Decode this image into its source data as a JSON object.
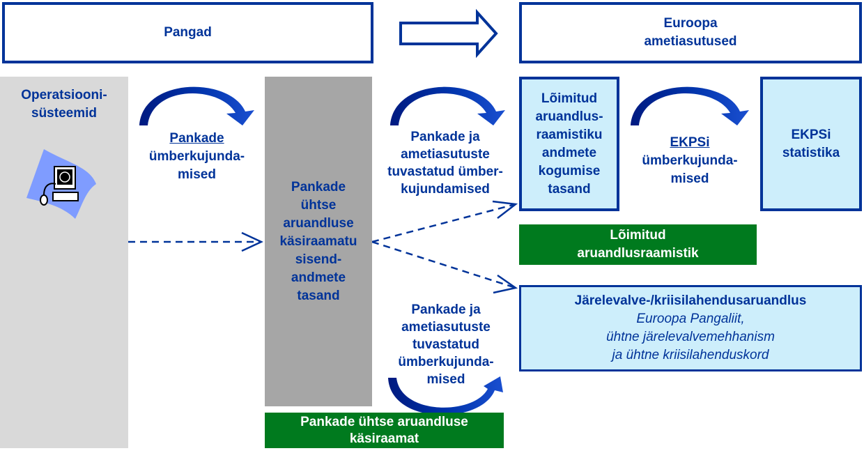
{
  "header": {
    "left": "Pangad",
    "right_line1": "Euroopa",
    "right_line2": "ametiasutused"
  },
  "left_column": {
    "title_line1": "Operatsiooni-",
    "title_line2": "süsteemid",
    "icon": "computer-icon"
  },
  "transform1": {
    "underlined": "Pankade",
    "line2": "ümberkujunda-",
    "line3": "mised"
  },
  "middle_column": {
    "lines": [
      "Pankade",
      "ühtse",
      "aruandluse",
      "käsiraamatu",
      "sisend-",
      "andmete",
      "tasand"
    ]
  },
  "middle_footer": {
    "line1": "Pankade ühtse aruandluse",
    "line2": "käsiraamat"
  },
  "transform2": {
    "lines": [
      "Pankade ja",
      "ametiasutuste",
      "tuvastatud ümber-",
      "kujundamised"
    ]
  },
  "transform3": {
    "lines": [
      "Pankade ja",
      "ametiasutuste",
      "tuvastatud",
      "ümberkujunda-",
      "mised"
    ]
  },
  "iref_box": {
    "lines": [
      "Lõimitud",
      "aruandlus-",
      "raamistiku",
      "andmete",
      "kogumise",
      "tasand"
    ]
  },
  "ecb_transform": {
    "underlined": "EKPSi",
    "line2": "ümberkujunda-",
    "line3": "mised"
  },
  "ecb_stats": {
    "line1": "EKPSi",
    "line2": "statistika"
  },
  "iref_footer": {
    "line1": "Lõimitud",
    "line2": "aruandlusraamistik"
  },
  "supervisory": {
    "title": "Järelevalve-/kriisilahendusaruandlus",
    "line1": "Euroopa Pangaliit,",
    "line2": "ühtne järelevalvemehhanism",
    "line3": "ja ühtne kriisilahenduskord"
  },
  "colors": {
    "text": "#003399",
    "light_box": "#cdeefb",
    "green": "#007a1e",
    "gray_light": "#d9d9d9",
    "gray_dark": "#a6a6a6"
  }
}
